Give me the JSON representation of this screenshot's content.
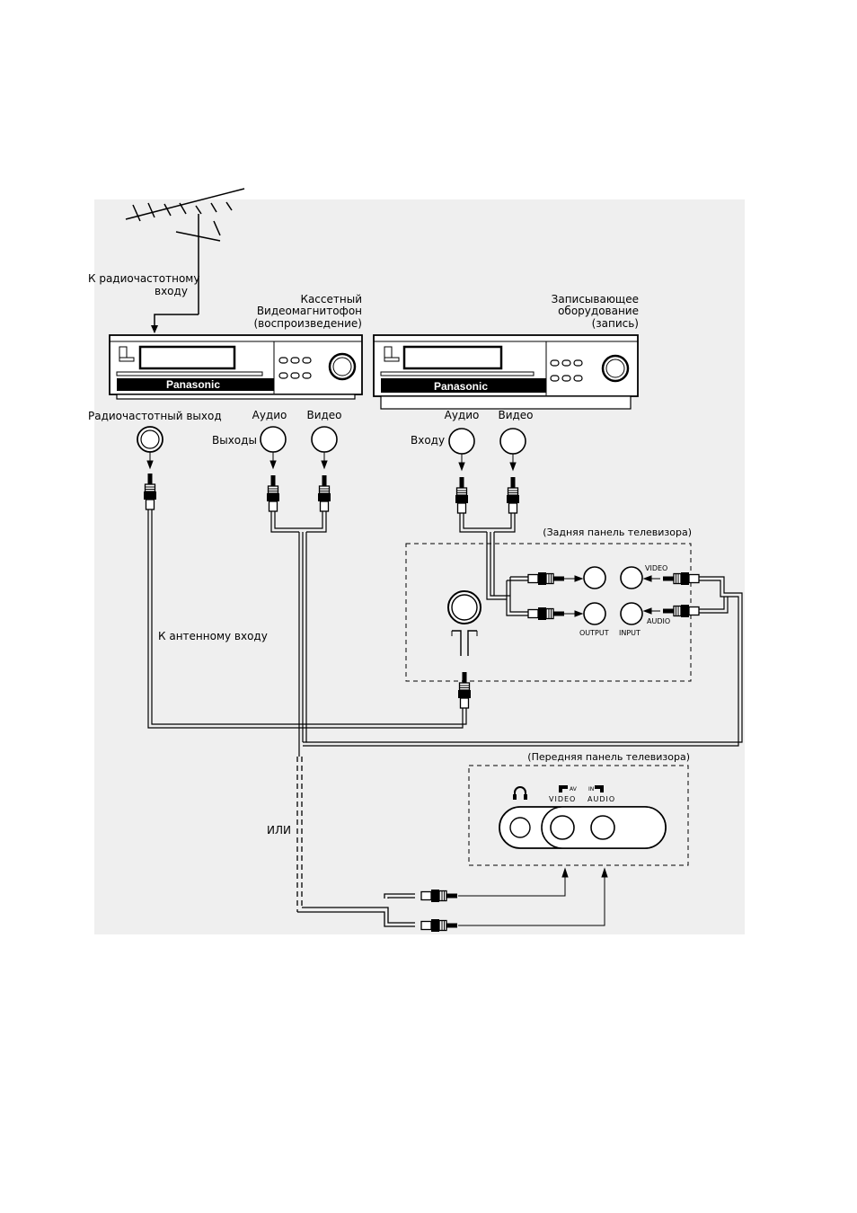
{
  "antenna": {
    "label_line1": "К радиочастотному",
    "label_line2": "входу"
  },
  "vcr_play": {
    "title_line1": "Кассетный",
    "title_line2": "Видеомагнитофон",
    "title_line3": "(воспроизведение)",
    "brand": "Panasonic",
    "rf_out_label": "Радиочастотный выход",
    "outputs_label": "Выходы",
    "audio_label": "Аудио",
    "video_label": "Видео"
  },
  "recorder": {
    "title_line1": "Записывающее",
    "title_line2": "оборудование",
    "title_line3": "(запись)",
    "brand": "Panasonic",
    "input_label": "Входу",
    "audio_label": "Аудио",
    "video_label": "Видео"
  },
  "tv_rear": {
    "title": "(Задняя панель телевизора)",
    "video": "VIDEO",
    "audio": "AUDIO",
    "output": "OUTPUT",
    "input": "INPUT"
  },
  "antenna_input_label": "К антенному входу",
  "or_label": "ИЛИ",
  "tv_front": {
    "title": "(Передняя панель телевизора)",
    "av": "AV",
    "in": "IN",
    "video": "VIDEO",
    "audio": "AUDIO"
  },
  "icons": [
    "antenna-icon",
    "headphones-icon",
    "rca-plug-icon",
    "arrow-icon"
  ]
}
